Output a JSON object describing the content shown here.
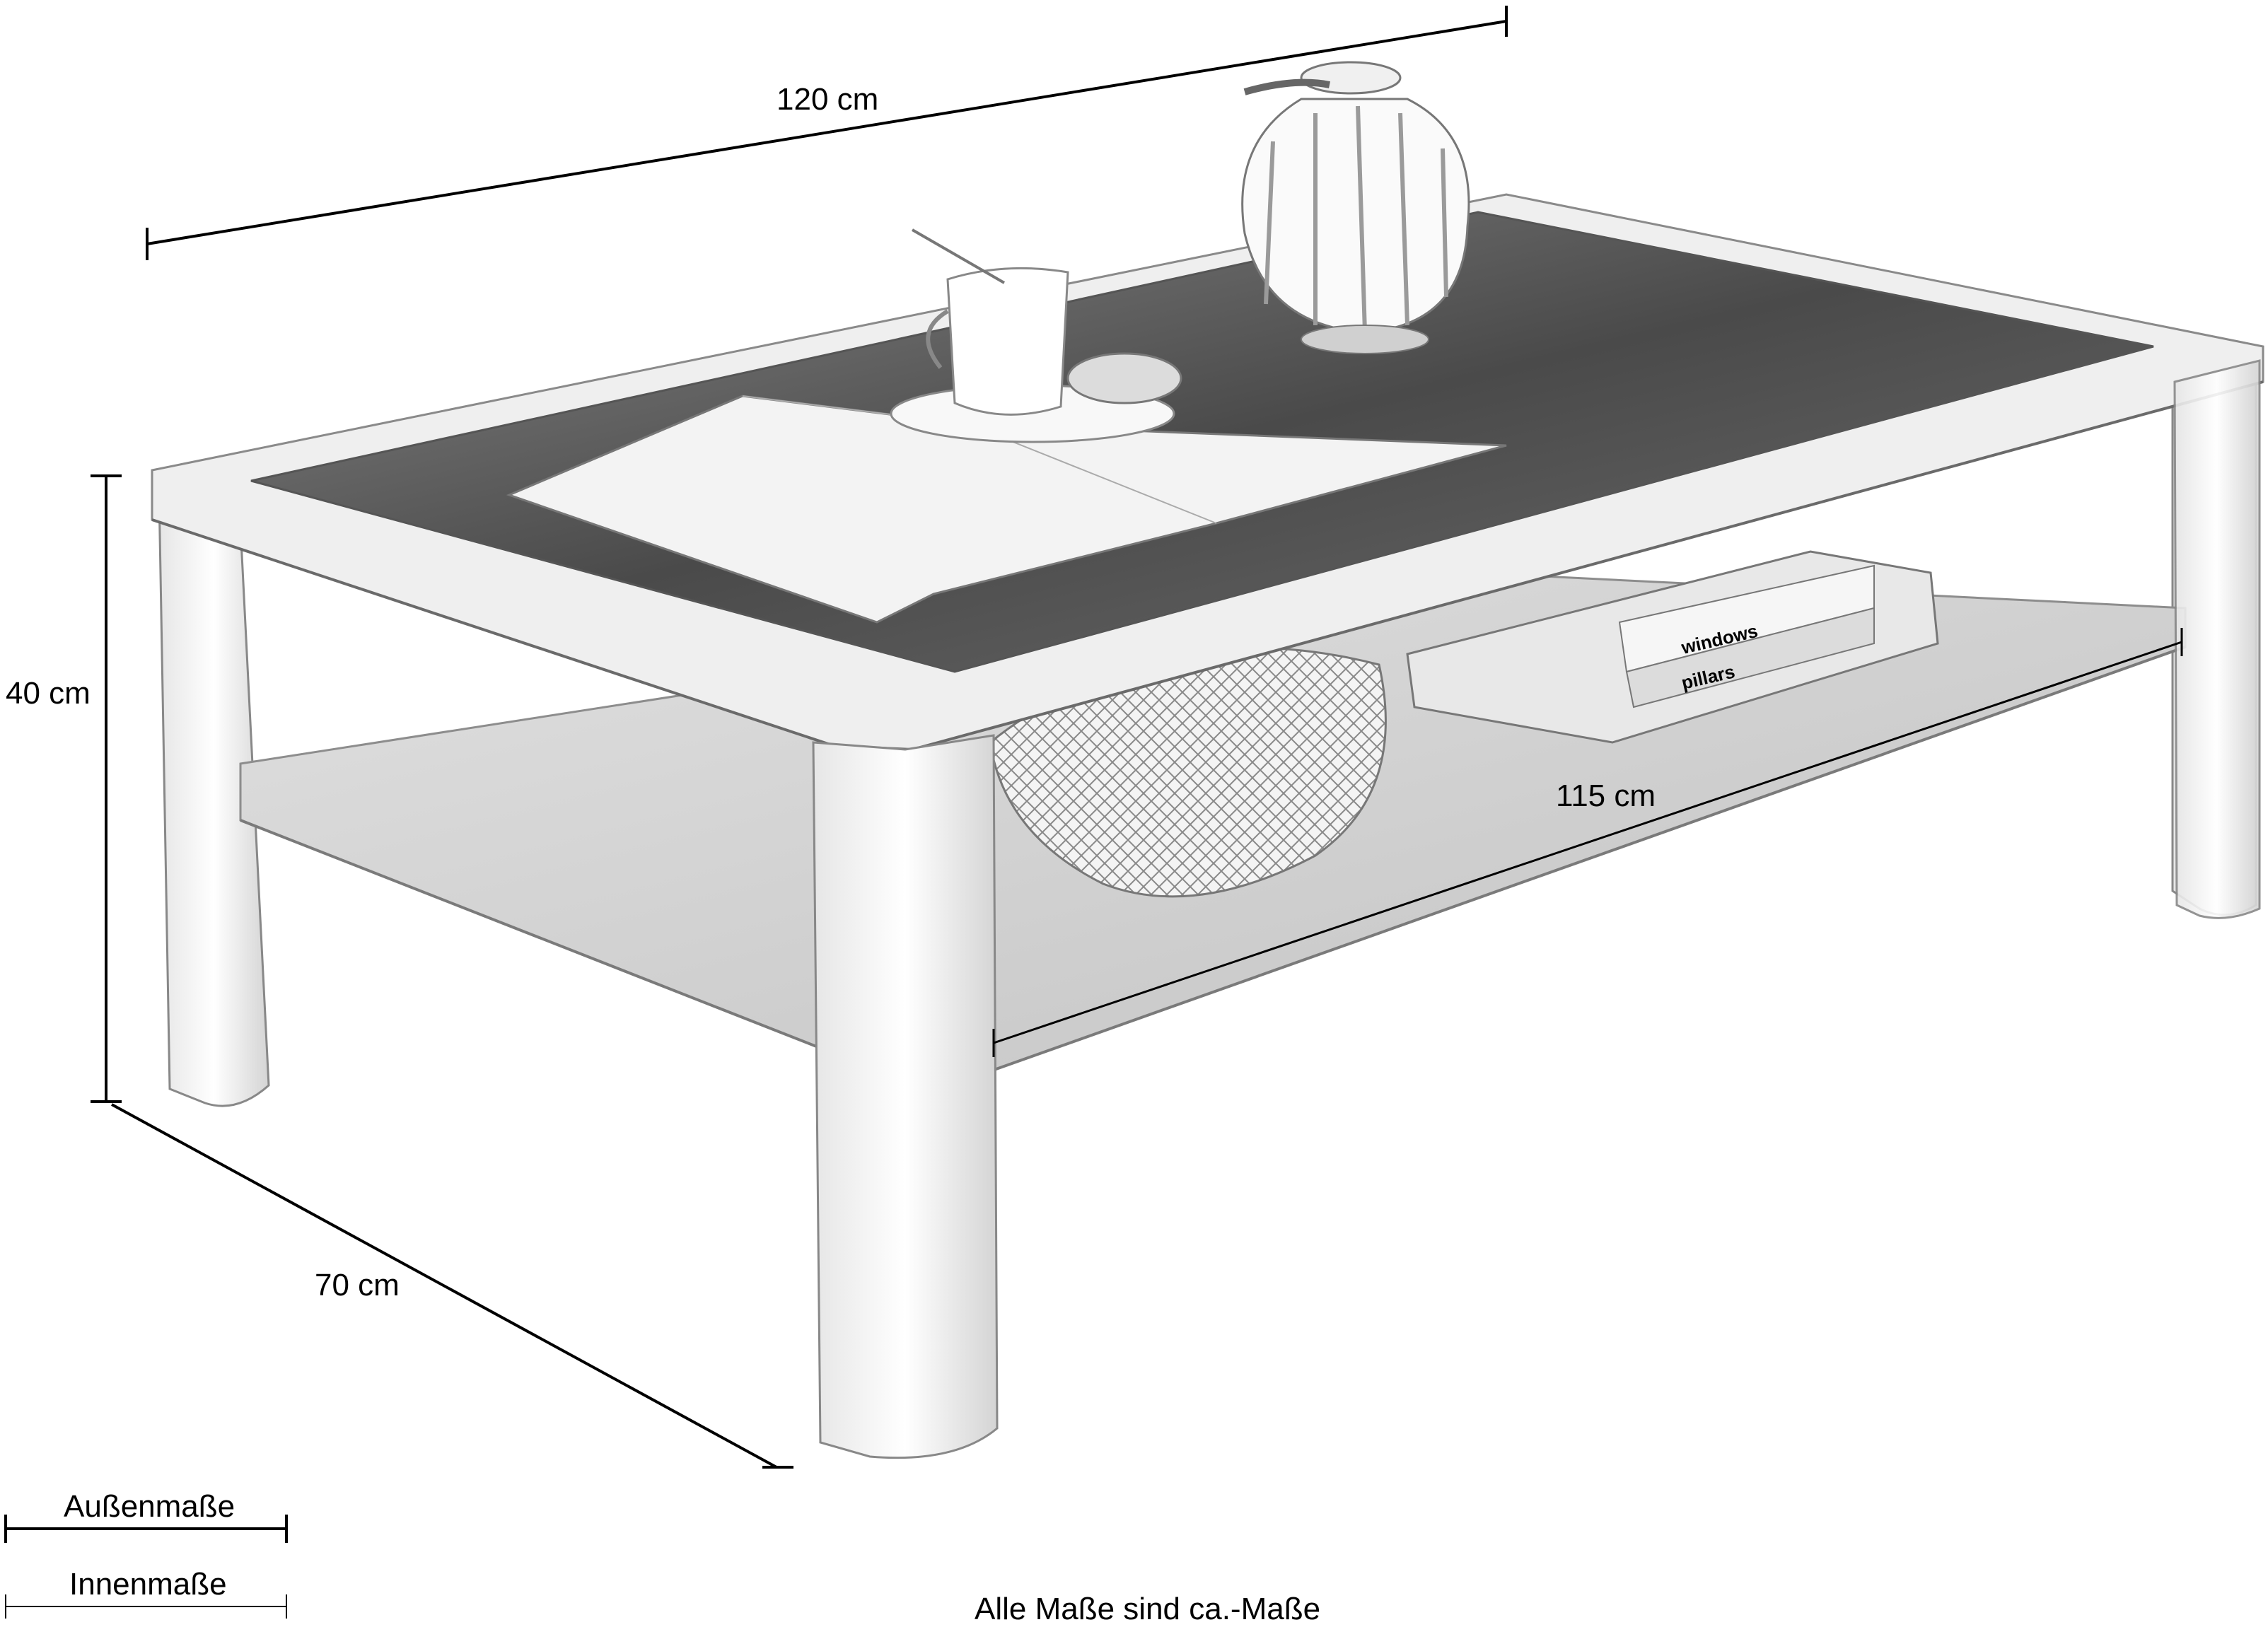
{
  "dimensions": {
    "width_label": "120 cm",
    "height_label": "40 cm",
    "depth_label": "70 cm",
    "inner_width_label": "115 cm"
  },
  "legend": {
    "outer_label": "Außenmaße",
    "inner_label": "Innenmaße"
  },
  "footnote": "Alle Maße sind ca.-Maße",
  "book_titles": [
    "windows",
    "pillars"
  ],
  "colors": {
    "line": "#000000",
    "table_light": "#f2f2f2",
    "table_mid": "#cfcfcf",
    "table_dark": "#9a9a9a",
    "glass": "#5a5a5a"
  }
}
